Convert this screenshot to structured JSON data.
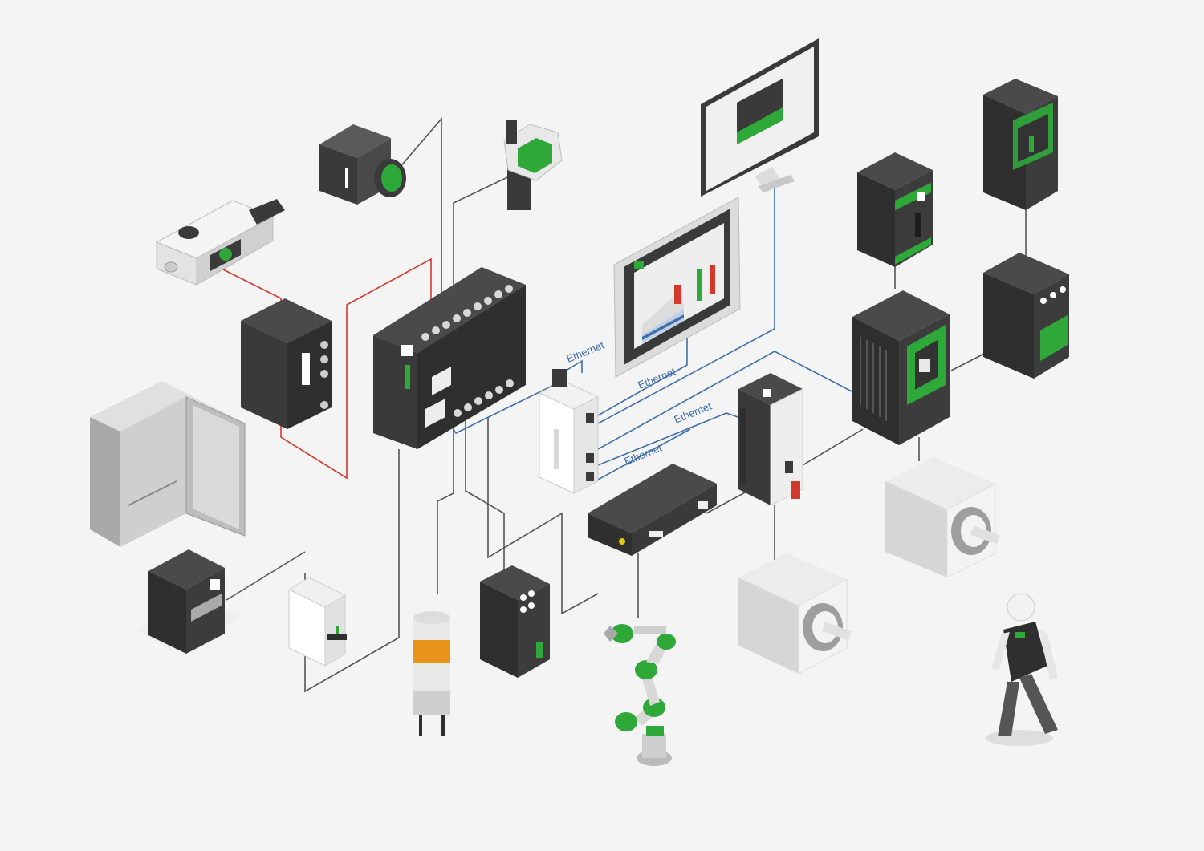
{
  "colors": {
    "background": "#f4f4f4",
    "device_dark": "#3a3a3a",
    "device_mid": "#4f4f4f",
    "device_light": "#6a6a6a",
    "accent_green": "#2fa83a",
    "wire_gray": "#555555",
    "wire_red": "#d2392b",
    "wire_blue": "#3f6fa8",
    "label_blue": "#3c6ea6",
    "stainless": "#c9c9c9",
    "motor_light": "#d8d8d8"
  },
  "labels": {
    "ethernet_1": "Ethernet",
    "ethernet_2": "Ethernet",
    "ethernet_3": "Ethernet",
    "ethernet_4": "Ethernet"
  },
  "devices": [
    {
      "name": "limit-switch",
      "icon": "limit-switch-icon"
    },
    {
      "name": "push-button",
      "icon": "push-button-icon"
    },
    {
      "name": "pressure-sensor",
      "icon": "pressure-sensor-icon"
    },
    {
      "name": "monitor",
      "icon": "monitor-icon"
    },
    {
      "name": "hmi-touch-panel",
      "icon": "hmi-panel-icon"
    },
    {
      "name": "circuit-breaker-large",
      "icon": "breaker-icon"
    },
    {
      "name": "circuit-breaker",
      "icon": "breaker-icon"
    },
    {
      "name": "contactor",
      "icon": "contactor-icon"
    },
    {
      "name": "io-module",
      "icon": "io-module-icon"
    },
    {
      "name": "plc-controller",
      "icon": "plc-icon"
    },
    {
      "name": "ethernet-switch",
      "icon": "network-switch-icon"
    },
    {
      "name": "variable-speed-drive",
      "icon": "drive-icon"
    },
    {
      "name": "servo-drive",
      "icon": "servo-drive-icon"
    },
    {
      "name": "edge-gateway",
      "icon": "gateway-icon"
    },
    {
      "name": "stainless-enclosure",
      "icon": "enclosure-icon"
    },
    {
      "name": "power-supply",
      "icon": "power-supply-icon"
    },
    {
      "name": "miniature-breaker",
      "icon": "mcb-icon"
    },
    {
      "name": "signal-tower",
      "icon": "signal-tower-icon"
    },
    {
      "name": "relay-module",
      "icon": "relay-icon"
    },
    {
      "name": "collaborative-robot",
      "icon": "robot-arm-icon"
    },
    {
      "name": "servo-motor-1",
      "icon": "motor-icon"
    },
    {
      "name": "servo-motor-2",
      "icon": "motor-icon"
    },
    {
      "name": "operator",
      "icon": "person-icon"
    }
  ]
}
